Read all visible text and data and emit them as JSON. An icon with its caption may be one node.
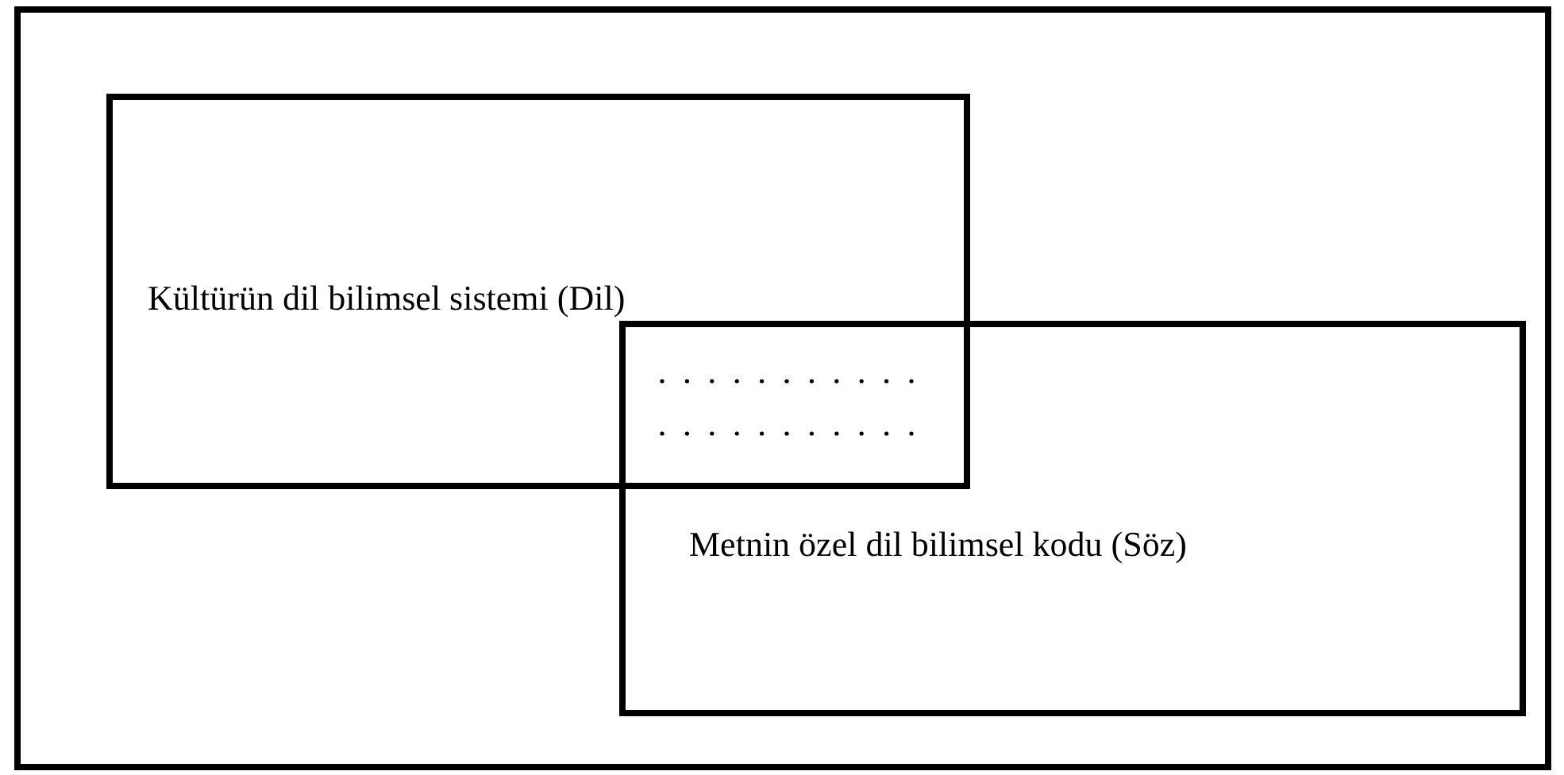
{
  "diagram": {
    "nodes": [
      {
        "text": [],
        "shape": "box"
      },
      {
        "text": [
          "Kültürün dil bilimsel sistemi (Dil)"
        ],
        "in": 0
      },
      {
        "text": [
          "Metnin özel dil bilimsel kodu (Söz)"
        ],
        "in": 0
      }
    ]
  }
}
